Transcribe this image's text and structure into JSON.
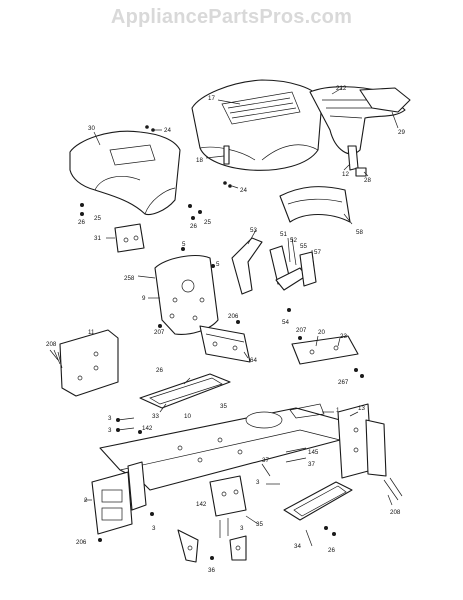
{
  "watermark": "AppliancePartsPros.com",
  "callouts": [
    {
      "id": "c17",
      "text": "17"
    },
    {
      "id": "c212",
      "text": "212"
    },
    {
      "id": "c30",
      "text": "30"
    },
    {
      "id": "c24a",
      "text": "24"
    },
    {
      "id": "c29",
      "text": "29"
    },
    {
      "id": "c18",
      "text": "18"
    },
    {
      "id": "c12",
      "text": "12"
    },
    {
      "id": "c28",
      "text": "28"
    },
    {
      "id": "c24b",
      "text": "24"
    },
    {
      "id": "c26a",
      "text": "26"
    },
    {
      "id": "c25a",
      "text": "25"
    },
    {
      "id": "c26b",
      "text": "26"
    },
    {
      "id": "c25b",
      "text": "25"
    },
    {
      "id": "c31",
      "text": "31"
    },
    {
      "id": "c58",
      "text": "58"
    },
    {
      "id": "c53",
      "text": "53"
    },
    {
      "id": "c51",
      "text": "51"
    },
    {
      "id": "c52",
      "text": "52"
    },
    {
      "id": "c55",
      "text": "55"
    },
    {
      "id": "c57",
      "text": "57"
    },
    {
      "id": "c5a",
      "text": "5"
    },
    {
      "id": "c5b",
      "text": "5"
    },
    {
      "id": "c258",
      "text": "258"
    },
    {
      "id": "c9",
      "text": "9"
    },
    {
      "id": "c54",
      "text": "54"
    },
    {
      "id": "c207a",
      "text": "207"
    },
    {
      "id": "c206",
      "text": "206"
    },
    {
      "id": "c20",
      "text": "20"
    },
    {
      "id": "c23",
      "text": "23"
    },
    {
      "id": "c208a",
      "text": "208"
    },
    {
      "id": "c11",
      "text": "11"
    },
    {
      "id": "c207b",
      "text": "207"
    },
    {
      "id": "c64",
      "text": "64"
    },
    {
      "id": "c267",
      "text": "267"
    },
    {
      "id": "c26c",
      "text": "26"
    },
    {
      "id": "c33",
      "text": "33"
    },
    {
      "id": "c10",
      "text": "10"
    },
    {
      "id": "c35a",
      "text": "35"
    },
    {
      "id": "c1",
      "text": "1"
    },
    {
      "id": "c13",
      "text": "13"
    },
    {
      "id": "c3a",
      "text": "3"
    },
    {
      "id": "c3b",
      "text": "3"
    },
    {
      "id": "c142a",
      "text": "142"
    },
    {
      "id": "c145",
      "text": "145"
    },
    {
      "id": "c37a",
      "text": "37"
    },
    {
      "id": "c37b",
      "text": "37"
    },
    {
      "id": "c3c",
      "text": "3"
    },
    {
      "id": "c2",
      "text": "2"
    },
    {
      "id": "c142b",
      "text": "142"
    },
    {
      "id": "c35b",
      "text": "35"
    },
    {
      "id": "c34",
      "text": "34"
    },
    {
      "id": "c208b",
      "text": "208"
    },
    {
      "id": "c206b",
      "text": "206"
    },
    {
      "id": "c3d",
      "text": "3"
    },
    {
      "id": "c3e",
      "text": "3"
    },
    {
      "id": "c36",
      "text": "36"
    },
    {
      "id": "c26d",
      "text": "26"
    }
  ]
}
